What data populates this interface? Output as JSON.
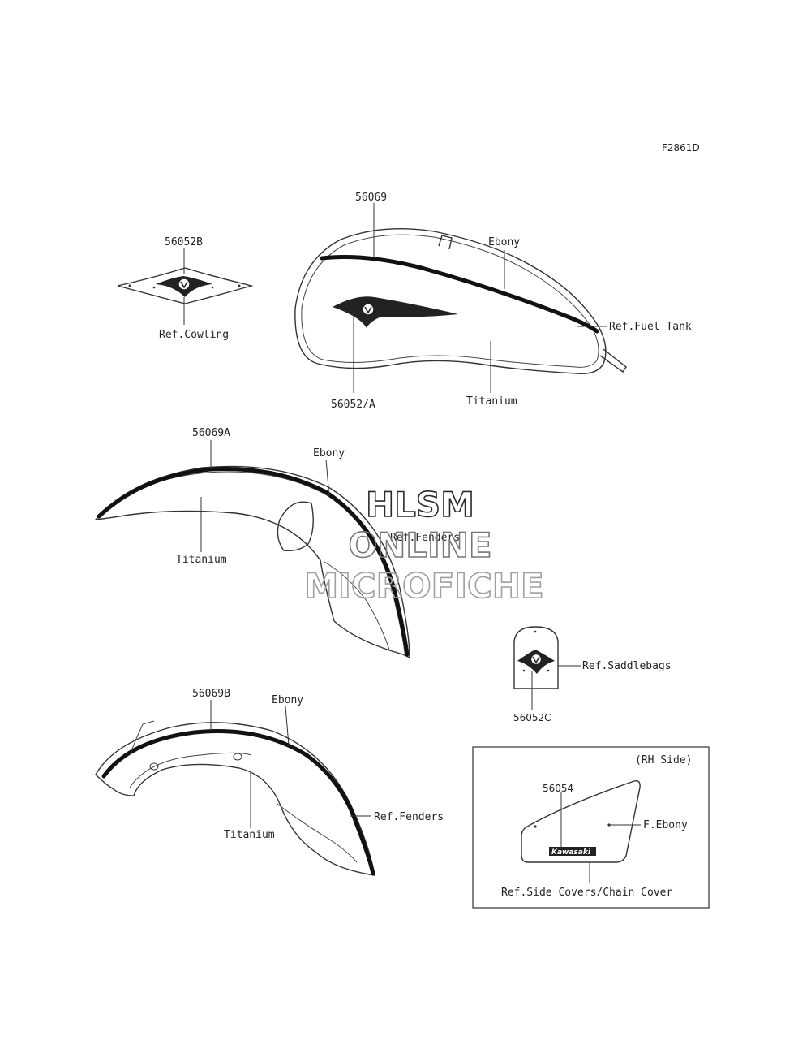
{
  "figure_code": "F2861D",
  "parts": {
    "p56052b": "56052B",
    "p56069": "56069",
    "p56052a": "56052/A",
    "p56069a": "56069A",
    "p56069b": "56069B",
    "p56052c": "56052C",
    "p56054": "56054"
  },
  "labels": {
    "ref_cowling": "Ref.Cowling",
    "ebony_tank": "Ebony",
    "ref_fuel_tank": "Ref.Fuel Tank",
    "titanium_tank": "Titanium",
    "ebony_front": "Ebony",
    "titanium_front": "Titanium",
    "ref_fenders_front": "Ref.Fenders",
    "ref_saddlebags": "Ref.Saddlebags",
    "ebony_rear": "Ebony",
    "titanium_rear": "Titanium",
    "ref_fenders_rear": "Ref.Fenders",
    "rh_side": "(RH Side)",
    "f_ebony": "F.Ebony",
    "ref_side_covers": "Ref.Side Covers/Chain Cover",
    "kawasaki_logo": "Kawasaki"
  },
  "watermark": {
    "line1": "HLSM",
    "line2": "ONLINE",
    "line3": "MICROFICHE"
  },
  "colors": {
    "line": "#333333",
    "stripe": "#111111",
    "watermark_dark": "#2a2a2a",
    "watermark_light": "#9a9a9a"
  }
}
